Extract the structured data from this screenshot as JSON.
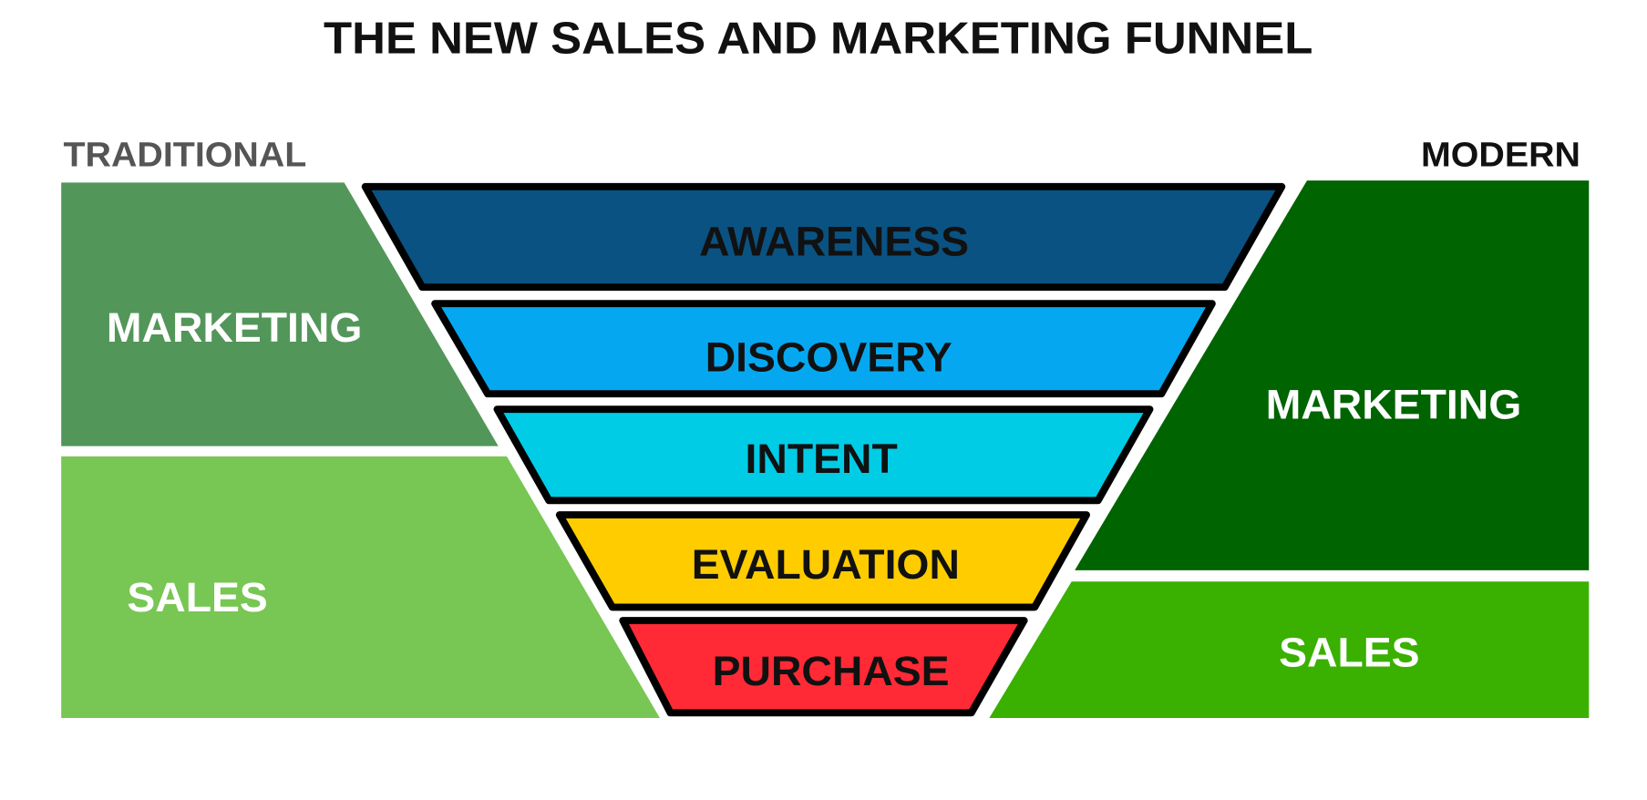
{
  "title": "THE NEW SALES AND MARKETING FUNNEL",
  "traditional": {
    "heading": "TRADITIONAL",
    "marketing": "MARKETING",
    "sales": "SALES"
  },
  "modern": {
    "heading": "MODERN",
    "marketing": "MARKETING",
    "sales": "SALES"
  },
  "funnel": [
    {
      "label": "AWARENESS",
      "color": "#0a5282"
    },
    {
      "label": "DISCOVERY",
      "color": "#05a8f0"
    },
    {
      "label": "INTENT",
      "color": "#00cce6"
    },
    {
      "label": "EVALUATION",
      "color": "#ffcc00"
    },
    {
      "label": "PURCHASE",
      "color": "#ff2a35"
    }
  ],
  "colors": {
    "trad_marketing": "#53965a",
    "trad_sales": "#78c653",
    "mod_marketing": "#006400",
    "mod_sales": "#3ab000"
  }
}
